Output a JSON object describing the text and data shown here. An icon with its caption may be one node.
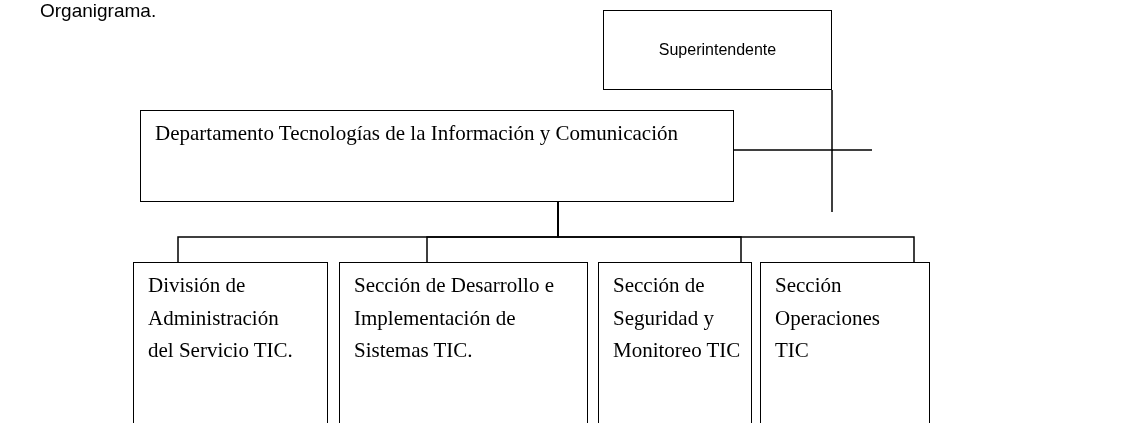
{
  "diagram": {
    "title": "Organigrama.",
    "nodes": [
      {
        "text": [
          "Superintendente"
        ]
      },
      {
        "text": [
          "Departamento Tecnologías de la Información y Comunicación"
        ]
      },
      {
        "text": [
          "División de Administración del Servicio TIC."
        ]
      },
      {
        "text": [
          "Sección de Desarrollo e Implementación de Sistemas TIC."
        ]
      },
      {
        "text": [
          "Sección de Seguridad y Monitoreo TIC"
        ]
      },
      {
        "text": [
          "Sección Operaciones TIC"
        ]
      }
    ],
    "edges": [
      {
        "from": 0,
        "to": 1,
        "arrow": "none"
      },
      {
        "from": 1,
        "to": 2,
        "arrow": "none"
      },
      {
        "from": 1,
        "to": 3,
        "arrow": "none"
      },
      {
        "from": 1,
        "to": 4,
        "arrow": "none"
      },
      {
        "from": 1,
        "to": 5,
        "arrow": "none"
      }
    ]
  }
}
